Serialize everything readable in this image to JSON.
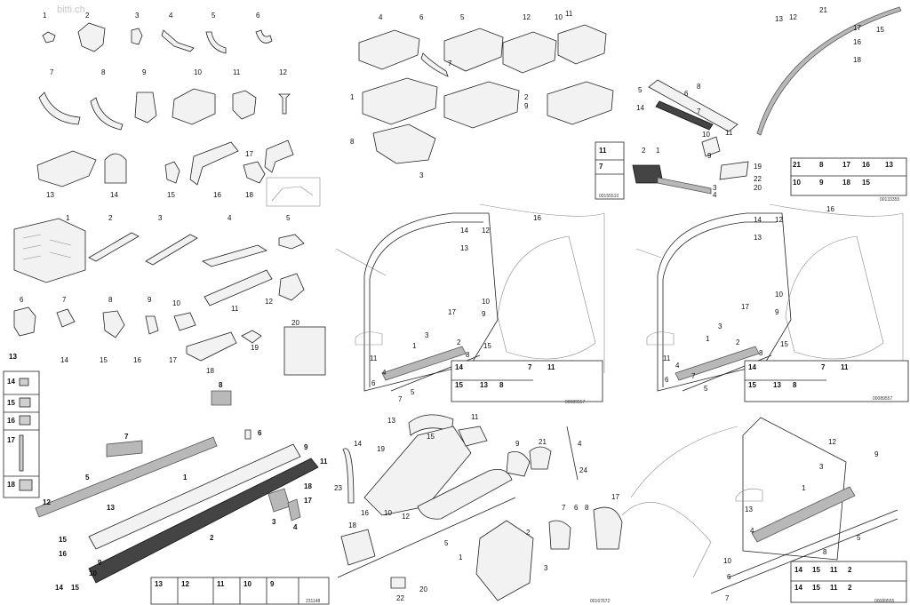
{
  "watermark": "bitti.ch",
  "panels": {
    "clips": {
      "labels": [
        {
          "t": "1"
        },
        {
          "t": "2"
        },
        {
          "t": "3"
        },
        {
          "t": "4"
        },
        {
          "t": "5"
        },
        {
          "t": "6"
        },
        {
          "t": "7"
        },
        {
          "t": "8"
        },
        {
          "t": "9"
        },
        {
          "t": "10"
        },
        {
          "t": "11"
        },
        {
          "t": "12"
        },
        {
          "t": "13"
        },
        {
          "t": "14"
        },
        {
          "t": "15"
        },
        {
          "t": "16"
        },
        {
          "t": "17"
        },
        {
          "t": "18"
        }
      ]
    },
    "clips2": {
      "labels": [
        {
          "t": "1"
        },
        {
          "t": "2"
        },
        {
          "t": "3"
        },
        {
          "t": "4"
        },
        {
          "t": "5"
        },
        {
          "t": "6"
        },
        {
          "t": "7"
        },
        {
          "t": "8"
        },
        {
          "t": "9"
        },
        {
          "t": "10"
        },
        {
          "t": "11"
        },
        {
          "t": "12"
        },
        {
          "t": "13"
        },
        {
          "t": "14"
        },
        {
          "t": "15"
        },
        {
          "t": "16"
        },
        {
          "t": "17"
        },
        {
          "t": "18"
        },
        {
          "t": "19"
        },
        {
          "t": "20"
        }
      ]
    },
    "sill": {
      "labels": [
        {
          "t": "13"
        },
        {
          "t": "14"
        },
        {
          "t": "15"
        },
        {
          "t": "16"
        },
        {
          "t": "17"
        },
        {
          "t": "18"
        },
        {
          "t": "8"
        },
        {
          "t": "7"
        },
        {
          "t": "6"
        },
        {
          "t": "5"
        },
        {
          "t": "1"
        },
        {
          "t": "9"
        },
        {
          "t": "11"
        },
        {
          "t": "18"
        },
        {
          "t": "17"
        },
        {
          "t": "12"
        },
        {
          "t": "13"
        },
        {
          "t": "3"
        },
        {
          "t": "4"
        },
        {
          "t": "2"
        },
        {
          "t": "15"
        },
        {
          "t": "16"
        },
        {
          "t": "10"
        },
        {
          "t": "9"
        },
        {
          "t": "14"
        },
        {
          "t": "15"
        }
      ],
      "legend": [
        "13",
        "12",
        "11",
        "10",
        "9"
      ],
      "ref": "231148"
    },
    "console": {
      "labels": [
        {
          "t": "4"
        },
        {
          "t": "6"
        },
        {
          "t": "5"
        },
        {
          "t": "12"
        },
        {
          "t": "10"
        },
        {
          "t": "11"
        },
        {
          "t": "7"
        },
        {
          "t": "1"
        },
        {
          "t": "2"
        },
        {
          "t": "9"
        },
        {
          "t": "8"
        },
        {
          "t": "3"
        }
      ],
      "legend": [
        "11",
        "7"
      ],
      "ref": "00155510"
    },
    "roof": {
      "labels": [
        {
          "t": "13"
        },
        {
          "t": "12"
        },
        {
          "t": "21"
        },
        {
          "t": "15"
        },
        {
          "t": "17"
        },
        {
          "t": "16"
        },
        {
          "t": "18"
        },
        {
          "t": "6"
        },
        {
          "t": "8"
        },
        {
          "t": "5"
        },
        {
          "t": "14"
        },
        {
          "t": "7"
        },
        {
          "t": "11"
        },
        {
          "t": "2"
        },
        {
          "t": "1"
        },
        {
          "t": "10"
        },
        {
          "t": "9"
        },
        {
          "t": "19"
        },
        {
          "t": "22"
        },
        {
          "t": "20"
        },
        {
          "t": "3"
        },
        {
          "t": "4"
        }
      ],
      "legend": [
        "21",
        "8",
        "17",
        "16",
        "13",
        "10",
        "9",
        "18",
        "15"
      ],
      "ref": "00133355"
    },
    "door1": {
      "labels": [
        {
          "t": "16"
        },
        {
          "t": "12"
        },
        {
          "t": "14"
        },
        {
          "t": "13"
        },
        {
          "t": "11"
        },
        {
          "t": "10"
        },
        {
          "t": "17"
        },
        {
          "t": "9"
        },
        {
          "t": "3"
        },
        {
          "t": "1"
        },
        {
          "t": "2"
        },
        {
          "t": "4"
        },
        {
          "t": "6"
        },
        {
          "t": "7"
        },
        {
          "t": "5"
        },
        {
          "t": "8"
        },
        {
          "t": "15"
        }
      ],
      "legend": [
        "14",
        "7",
        "11",
        "15",
        "13",
        "8"
      ],
      "ref": "00089557"
    },
    "door2": {
      "labels": [
        {
          "t": "16"
        },
        {
          "t": "12"
        },
        {
          "t": "14"
        },
        {
          "t": "13"
        },
        {
          "t": "11"
        },
        {
          "t": "10"
        },
        {
          "t": "17"
        },
        {
          "t": "9"
        },
        {
          "t": "3"
        },
        {
          "t": "1"
        },
        {
          "t": "2"
        },
        {
          "t": "4"
        },
        {
          "t": "6"
        },
        {
          "t": "7"
        },
        {
          "t": "5"
        },
        {
          "t": "8"
        },
        {
          "t": "15"
        }
      ],
      "legend": [
        "14",
        "7",
        "11",
        "15",
        "13",
        "8"
      ],
      "ref": "00089557"
    },
    "handle": {
      "labels": [
        {
          "t": "13"
        },
        {
          "t": "15"
        },
        {
          "t": "11"
        },
        {
          "t": "14"
        },
        {
          "t": "19"
        },
        {
          "t": "9"
        },
        {
          "t": "21"
        },
        {
          "t": "4"
        },
        {
          "t": "24"
        },
        {
          "t": "23"
        },
        {
          "t": "16"
        },
        {
          "t": "10"
        },
        {
          "t": "12"
        },
        {
          "t": "22"
        },
        {
          "t": "20"
        },
        {
          "t": "18"
        },
        {
          "t": "5"
        },
        {
          "t": "1"
        },
        {
          "t": "2"
        },
        {
          "t": "3"
        },
        {
          "t": "7"
        },
        {
          "t": "6"
        },
        {
          "t": "8"
        },
        {
          "t": "17"
        }
      ],
      "ref": "00167672"
    },
    "sill2": {
      "labels": [
        {
          "t": "12"
        },
        {
          "t": "3"
        },
        {
          "t": "9"
        },
        {
          "t": "1"
        },
        {
          "t": "13"
        },
        {
          "t": "4"
        },
        {
          "t": "5"
        },
        {
          "t": "10"
        },
        {
          "t": "8"
        },
        {
          "t": "6"
        },
        {
          "t": "7"
        },
        {
          "t": "14"
        },
        {
          "t": "15"
        },
        {
          "t": "11"
        },
        {
          "t": "2"
        }
      ],
      "legend": [
        "14",
        "15",
        "11",
        "2"
      ],
      "ref": "00089555"
    }
  }
}
